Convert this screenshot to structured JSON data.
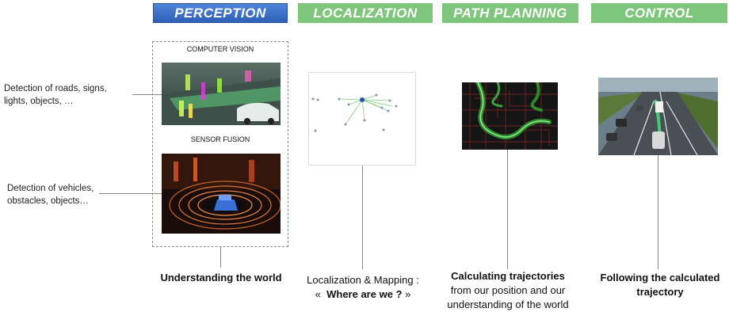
{
  "headers": {
    "perception": "PERCEPTION",
    "localization": "LOCALIZATION",
    "path_planning": "PATH PLANNING",
    "control": "CONTROL"
  },
  "perception": {
    "computer_vision_caption": "COMPUTER VISION",
    "sensor_fusion_caption": "SENSOR FUSION",
    "roads_note": "Detection of roads, signs, lights, objects, …",
    "vehicles_note": "Detection of vehicles, obstacles, objects…",
    "summary": "Understanding the world"
  },
  "localization": {
    "summary_line1": "Localization & Mapping :",
    "summary_open_quote": "«",
    "summary_bold": "Where are we ?",
    "summary_close_quote": "»"
  },
  "path_planning": {
    "summary_bold": "Calculating trajectories",
    "summary_rest": "from our position and our understanding of the world"
  },
  "control": {
    "summary": "Following the calculated trajectory"
  },
  "colors": {
    "perception_header": "#3b6fc8",
    "stage_header": "#7dc67b",
    "connector": "#888888"
  }
}
